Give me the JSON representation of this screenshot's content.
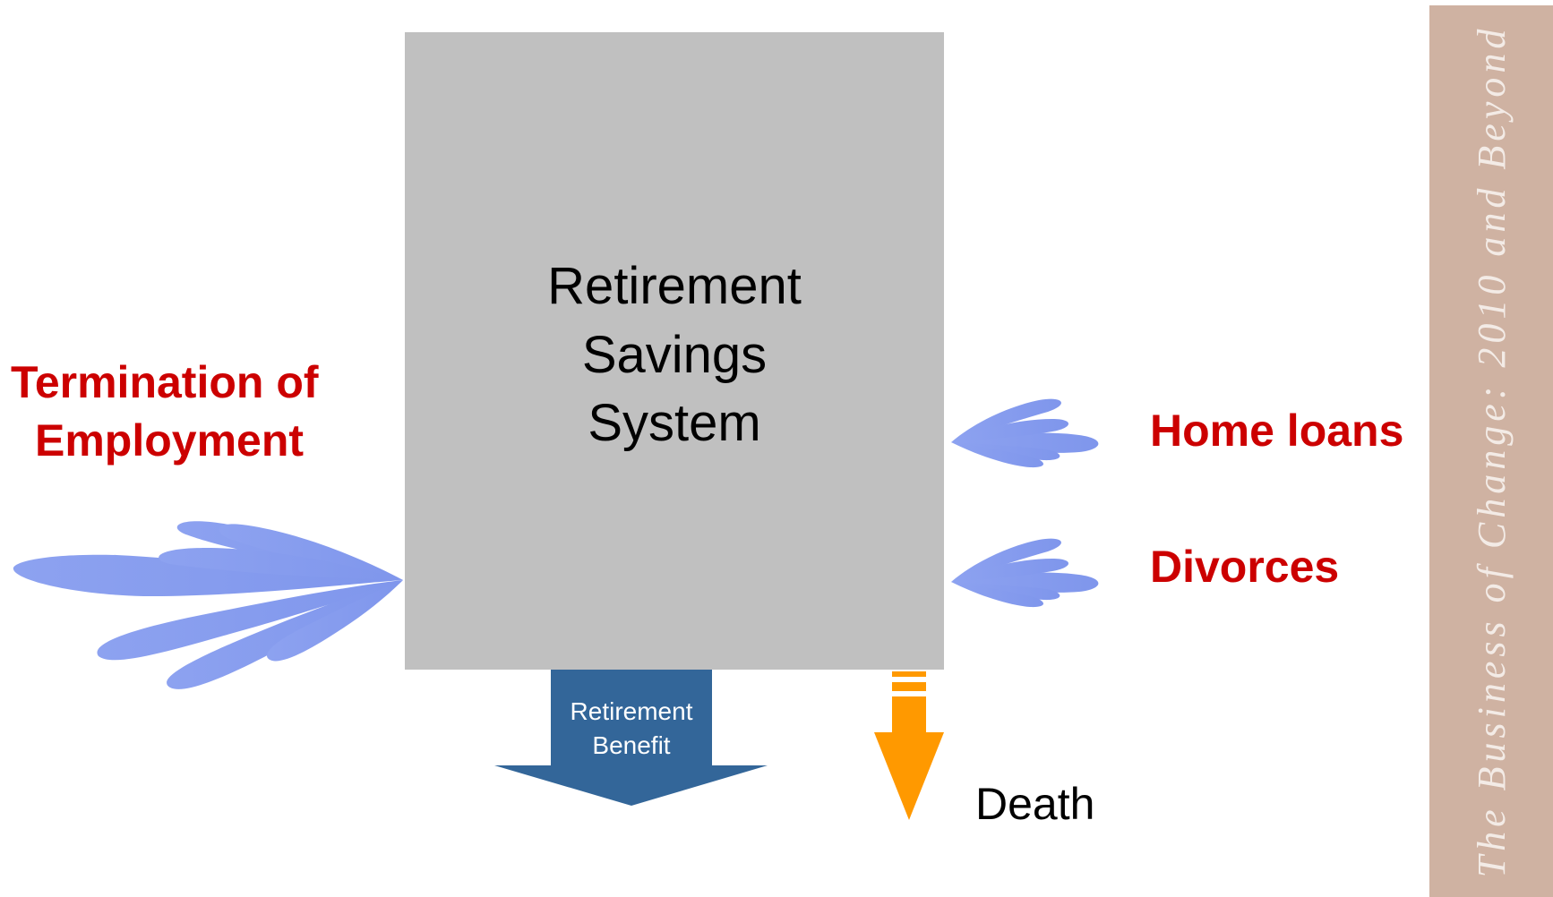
{
  "main_box": {
    "line1": "Retirement",
    "line2": "Savings",
    "line3": "System"
  },
  "outflows": {
    "termination_line1": "Termination of",
    "termination_line2": "Employment",
    "home_loans": "Home loans",
    "divorces": "Divorces"
  },
  "benefit_arrow": {
    "line1": "Retirement",
    "line2": "Benefit"
  },
  "death_label": "Death",
  "side_banner": "The Business of Change: 2010 and Beyond",
  "colors": {
    "box_fill": "#c0c0c0",
    "label_red": "#cc0000",
    "petal_blue": "#8da2f0",
    "benefit_arrow": "#336699",
    "death_arrow": "#ff9900",
    "banner": "#cfb2a2"
  }
}
